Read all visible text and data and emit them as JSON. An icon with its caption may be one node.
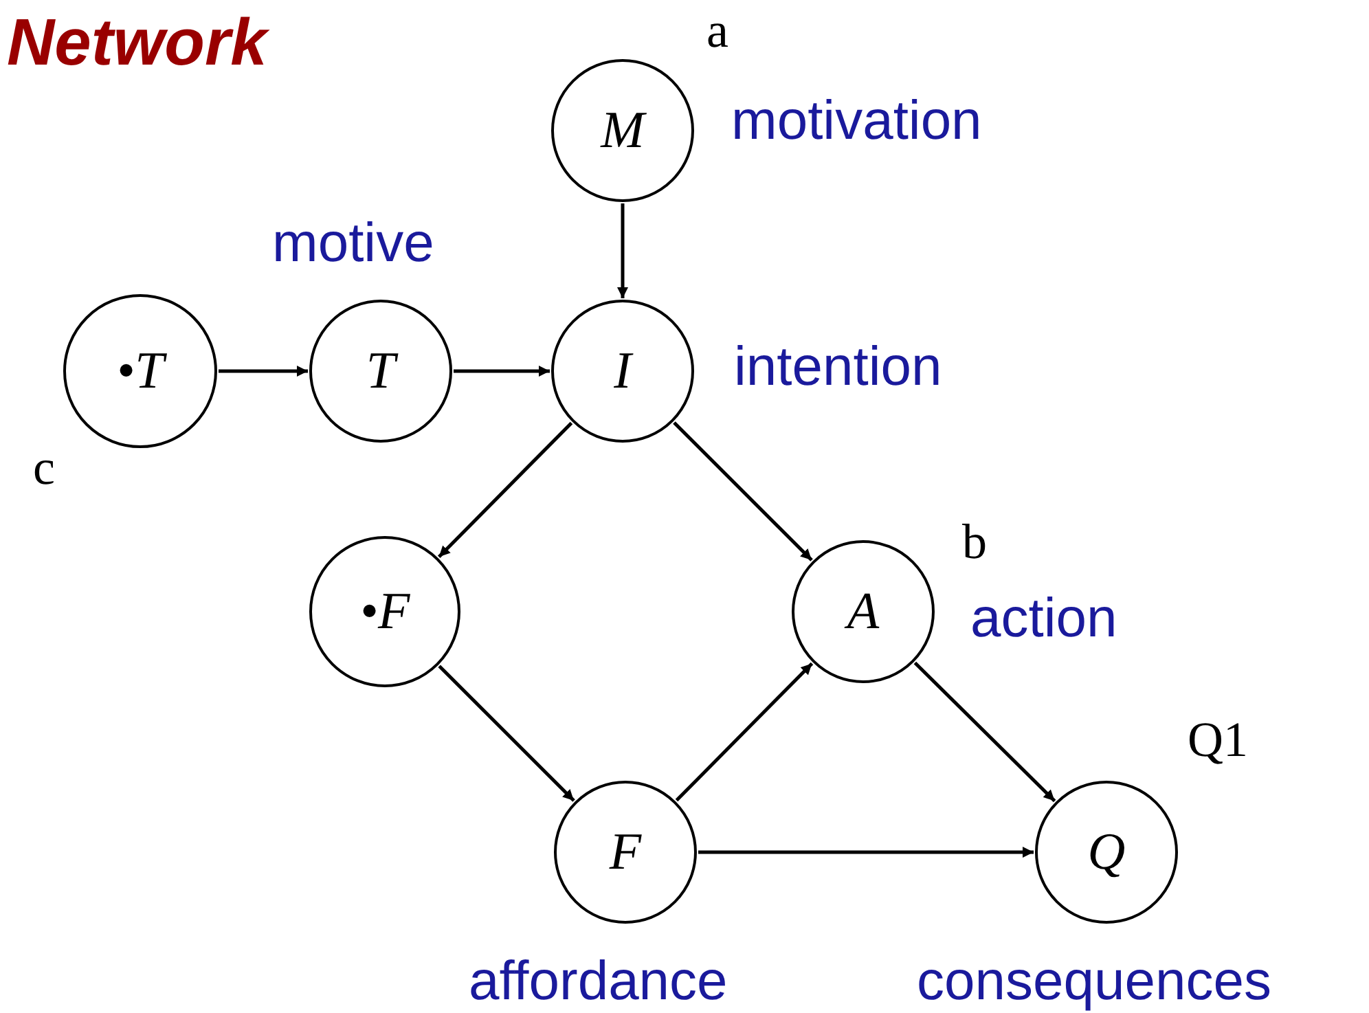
{
  "diagram": {
    "title": "Network",
    "nodes": [
      {
        "text": [
          "M"
        ],
        "beside": [
          "motivation"
        ]
      },
      {
        "text": [
          "•T"
        ]
      },
      {
        "text": [
          "T"
        ],
        "beside": [
          "motive"
        ]
      },
      {
        "text": [
          "I"
        ],
        "beside": [
          "intention"
        ]
      },
      {
        "text": [
          "•F"
        ]
      },
      {
        "text": [
          "A"
        ],
        "beside": [
          "action"
        ]
      },
      {
        "text": [
          "F"
        ],
        "beside": [
          "affordance"
        ]
      },
      {
        "text": [
          "Q"
        ],
        "beside": [
          "consequences"
        ]
      }
    ],
    "edges": [
      {
        "from": 0,
        "to": 3,
        "arrow": "to"
      },
      {
        "from": 1,
        "to": 2,
        "arrow": "to"
      },
      {
        "from": 2,
        "to": 3,
        "arrow": "to"
      },
      {
        "from": 3,
        "to": 4,
        "arrow": "to"
      },
      {
        "from": 3,
        "to": 5,
        "arrow": "to"
      },
      {
        "from": 4,
        "to": 6,
        "arrow": "to"
      },
      {
        "from": 6,
        "to": 5,
        "arrow": "to"
      },
      {
        "from": 5,
        "to": 7,
        "arrow": "to"
      },
      {
        "from": 6,
        "to": 7,
        "arrow": "to"
      }
    ],
    "labels": [
      "a",
      "c",
      "b",
      "Q1"
    ]
  }
}
